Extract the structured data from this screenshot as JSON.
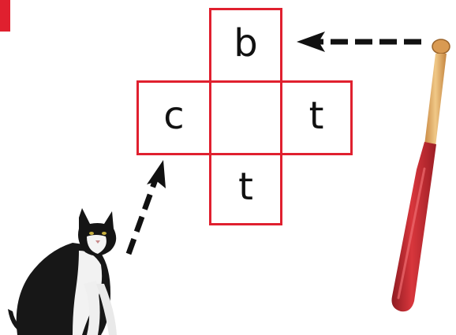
{
  "puzzle": {
    "cells": {
      "top": "b",
      "left": "c",
      "center": "",
      "right": "t",
      "bottom": "t"
    }
  },
  "pictures": {
    "left": "cat",
    "right": "bat"
  },
  "colors": {
    "grid_border": "#e0202f",
    "arrow": "#111111",
    "bat_barrel": "#c42a31",
    "bat_handle": "#e4b36a"
  },
  "icons": {
    "cat": "cat-icon",
    "bat": "baseball-bat-icon",
    "arrow_to_top": "arrow-left-icon",
    "arrow_to_left": "arrow-up-right-icon"
  }
}
